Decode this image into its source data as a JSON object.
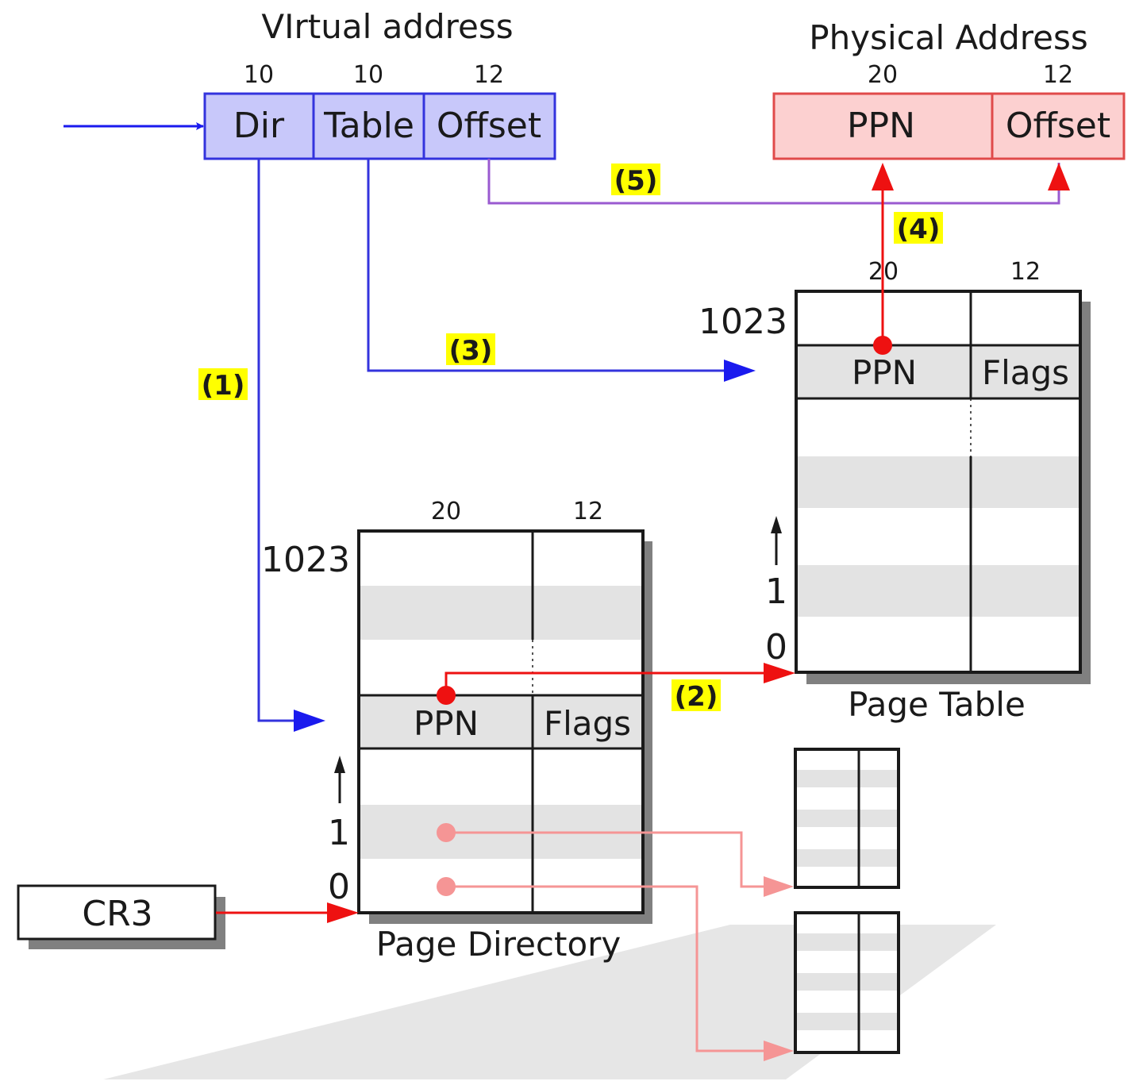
{
  "colors": {
    "virtual_fill": "#c8c8fa",
    "virtual_stroke": "#3333dd",
    "physical_fill": "#fcd0d0",
    "physical_stroke": "#e04a4a",
    "blue_arrow": "#1a1aee",
    "red_arrow": "#ee1111",
    "faded_red": "#f59595",
    "purple_line": "#9a5ad0",
    "shaded_row": "#e3e3e3",
    "shadow": "#808080",
    "step_highlight": "#ffff00",
    "table_stroke": "#1a1a1a",
    "floor_shadow": "#e6e6e6"
  },
  "virtual_address": {
    "title": "VIrtual address",
    "fields": [
      {
        "label": "Dir",
        "bits": "10"
      },
      {
        "label": "Table",
        "bits": "10"
      },
      {
        "label": "Offset",
        "bits": "12"
      }
    ]
  },
  "physical_address": {
    "title": "Physical Address",
    "fields": [
      {
        "label": "PPN",
        "bits": "20"
      },
      {
        "label": "Offset",
        "bits": "12"
      }
    ]
  },
  "page_table": {
    "caption": "Page Table",
    "bits": [
      "20",
      "12"
    ],
    "top_index": "1023",
    "index_1": "1",
    "index_0": "0",
    "entry": {
      "ppn": "PPN",
      "flags": "Flags"
    }
  },
  "page_directory": {
    "caption": "Page Directory",
    "bits": [
      "20",
      "12"
    ],
    "top_index": "1023",
    "index_1": "1",
    "index_0": "0",
    "entry": {
      "ppn": "PPN",
      "flags": "Flags"
    }
  },
  "cr3": {
    "label": "CR3"
  },
  "steps": [
    "(1)",
    "(2)",
    "(3)",
    "(4)",
    "(5)"
  ]
}
